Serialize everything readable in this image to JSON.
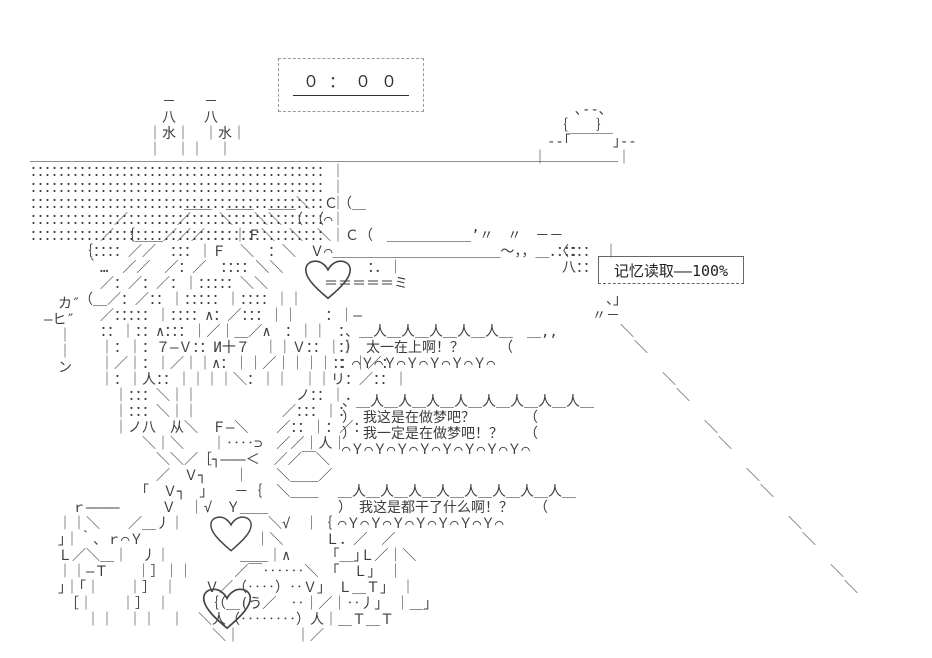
{
  "clock": {
    "time": "０：００"
  },
  "memory_box": {
    "label": "记忆读取——100%"
  },
  "scene": {
    "bottles": {
      "lines": [
        "　－　　－",
        "　八　　八",
        "｜水｜　｜水｜",
        "｜　｜｜　｜"
      ]
    },
    "altar": {
      "lines": [
        "　　　､--､",
        "　　｛　　｝",
        "　-‐｢￣￣￣｣‐-",
        "｜　　　　　｜"
      ]
    },
    "band": {
      "lines": [
        "＿＿＿＿＿＿＿＿＿＿＿＿＿＿＿＿＿＿＿＿＿＿＿＿＿＿＿＿＿＿＿＿＿＿＿＿＿＿＿＿＿＿",
        "：：：：：：：：：：：：：：：：：：：：：：：：：：：：：：：：：：：：：：：：：：｜",
        "：：：：：：：：：：：：：：：：：：：：：：：：：：：：：：：：：：：：：：：：：：｜",
        "：：：：：：：：：：：：：：：：：：：：：：：：：：：：：：：：：：：：：：：：：：｜",
        "：：：：：：：：：：：：：：：：：：：：：：：：：：：：：：：：：：：：：：：：：：｜",
        "：：：：：：：：：：：：：：：：：：：：：：：：：：：：：：：：：：：：：：：：：：｜",
        "　　　　　　　　　　　　　　　　　　　　　　　　　　　　　　　　　　　　　　〈：：：　｜",
        "　　　　　　　　　　　　　　　　　　　　　　　　　　　　　　　　　　　　　　八：："
      ]
    },
    "art": {
      "lines": [
        "　　　　　　　　　　　＿＿　＿＿　＿＿＼　Ｃ（＿",
        "　　　　　　／　　：：／　　＼：：＼＼　（　（⌒",
        "　　　　　／：｛＿＿／／／：：：｜Ｆ＼　＼　＼　Ｃ（　＿＿＿＿＿＿’〃　〃　－－",
        "　　　　｛：：：：／／　：：：｜Ｆ　＼　：＼　Ｖ⌒＿＿＿＿＿＿＿＿＿＿＿＿～，，＿．：：：",
        "　　　　｀…　／／　／：／　：：：：＼＼　　　　　　：．｜",
        "　　　　　／：／：／：｜：：：：：＼＼　　　　＝＝＝＝＝ミ",
        "　　　　（＿／：／：：｜：：：：：｜：：：：｜｜",
        "　　　　　／：：：：：｜：：：：∧：／：：：｜｜　　：｜―",
        "　　　　　：：｜：：∧：：：｜／｜＿／∧　：｜｜",
        "　　　　　｜：｜：７―Ｖ：：И十７　｜｜Ｖ：：｜｜",
        "　　　　　｜／｜：｜／｜｜∧：｜｜／｜｜｜｜：：｜／：",
        "　　　　　｜：｜人：：｜｜｜｜＼：｜｜　｜｜リ：／：：｜",
        "　　　　　　｜：：：＼｜｜　　　　　　　ノ：：｜．",
        "　　　　　　｜：：：＼｜｜　　　　　　／：：：｜：",
        "　　　　　　｜ノ八　从＼　Ｆ―＼　　／：：｜：／：",
        "　　　　　　　　＼｜＼　　｜‥‥⊃　／／｜人｜",
        "　　　　　　　　　＼＼／［┐―――＜　／／￣＼",
        "　　　　　　　　　／　Ｖ┐　　｜　　＼＿＿／",
        "　　　　　　　　「　Ｖ┐　」　　－｛　＼＿＿",
        "　　　ｒ――――　　　Ｖ　｜√　Ｙ＿＿",
        "　　｜｜＼　　／＿丿｜　　　　　　＼√　｜｛",
        "　　｣｜｀、ｒ⌒Ｙ　　　　　　　　｜＼　　　Ｌ．／　／",
        "　　Ｌ／＼＿｜　丿｜　　　　　＿＿｜∧　　　｢＿｣Ｌ／｜＼",
        "　　｜｜―Ｔ　　｜］｜｜　　　／￣‥‥‥＼　｢　Ｌ｣　｜",
        "　　｣｜｢｜　　｜］　｜　　Ｖ／（‥‥）‥Ｖ｣　Ｌ＿Ｔ｣　｜",
        "　　　［｜　　｜］　｜　　　｛（＿(う／　‥｜／｜‥丿｣　｜＿｣",
        "　　　　｜｜　｜｜　｜　＼人（‥‥‥‥）人｜＿Ｔ＿Ｔ",
        "　　　　　　　　　　　　　＼｜　　　　｜／"
      ]
    },
    "gabiin": {
      "lines": [
        "　カ″",
        "―ヒ″",
        "　｜",
        "　｜",
        "　ン"
      ]
    },
    "diagonal": {
      "lines": [
        "　、｣",
        "〃－",
        "　　＼",
        "　　　＼",
        "",
        "　　　　　＼",
        "　　　　　　＼",
        "",
        "　　　　　　　　＼",
        "　　　　　　　　　＼",
        "",
        "　　　　　　　　　　　＼",
        "　　　　　　　　　　　　＼",
        "",
        "　　　　　　　　　　　　　　＼",
        "　　　　　　　　　　　　　　　＼",
        "",
        "　　　　　　　　　　　　　　　　　＼",
        "　　　　　　　　　　　　　　　　　　＼"
      ]
    }
  },
  "bubbles": [
    {
      "text": "太一在上啊！？",
      "lines": [
        "：、＿人＿人＿人＿人＿人＿　＿,,",
        "：）　太一在上啊！？　　　（",
        "：⌒Ｙ⌒Ｙ⌒Ｙ⌒Ｙ⌒Ｙ⌒Ｙ⌒"
      ]
    },
    {
      "text": "我这是在做梦吧？ 我一定是在做梦吧！？",
      "lines": [
        "、＿人＿人＿人＿人＿人＿人＿人＿人＿",
        "）　我这是在做梦吧？　　　　（",
        "）　我一定是在做梦吧！？　　（",
        "⌒Ｙ⌒Ｙ⌒Ｙ⌒Ｙ⌒Ｙ⌒Ｙ⌒Ｙ⌒Ｙ⌒"
      ]
    },
    {
      "text": "我这是都干了什么啊！？",
      "lines": [
        "＿人＿人＿人＿人＿人＿人＿人＿人＿",
        "）　我这是都干了什么啊！？　　（",
        "⌒Ｙ⌒Ｙ⌒Ｙ⌒Ｙ⌒Ｙ⌒Ｙ⌒Ｙ⌒"
      ]
    }
  ]
}
